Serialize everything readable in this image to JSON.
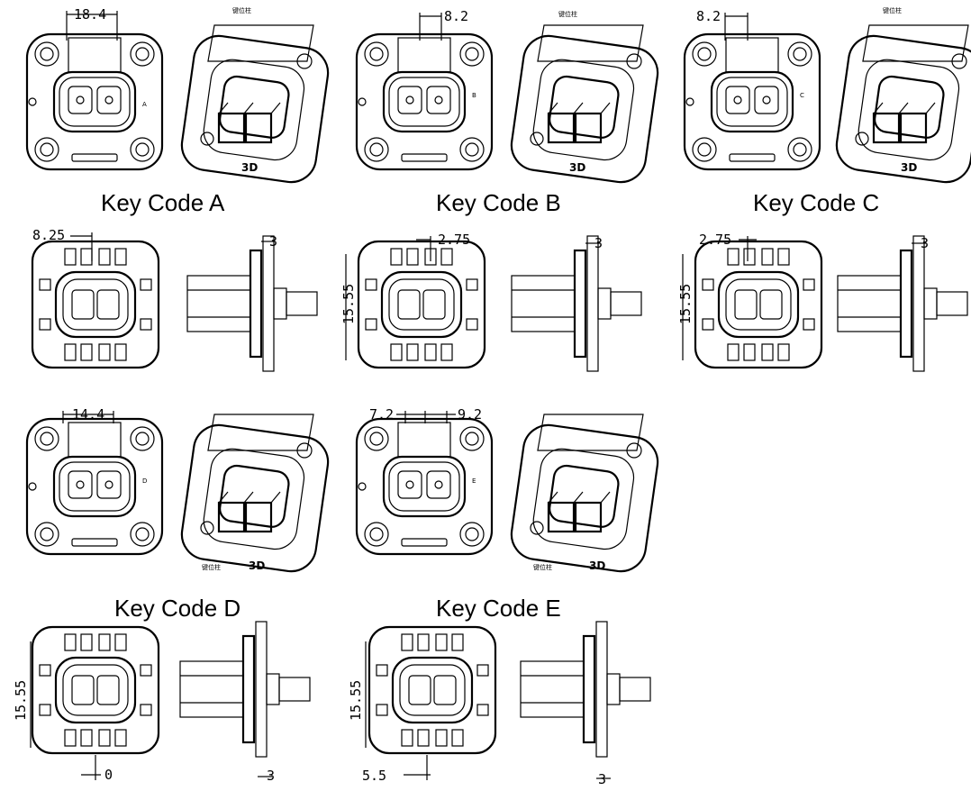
{
  "captions": {
    "a": "Key Code A",
    "b": "Key Code B",
    "c": "Key Code C",
    "d": "Key Code D",
    "e": "Key Code E"
  },
  "labels": {
    "three_d": "3D",
    "key_post": "键位柱",
    "key_letters": [
      "A",
      "B",
      "C",
      "D",
      "E"
    ]
  },
  "dimensions": {
    "a_front": "18.4",
    "b_front": "8.2",
    "c_front": "8.2",
    "a_rear": "8.25",
    "b_rear": "2.75",
    "c_rear": "2.75",
    "height": "15.55",
    "side": "3",
    "d_front": "14.4",
    "e_front_left": "7.2",
    "e_front_right": "9.2",
    "d_rear": "0",
    "e_rear": "5.5"
  }
}
